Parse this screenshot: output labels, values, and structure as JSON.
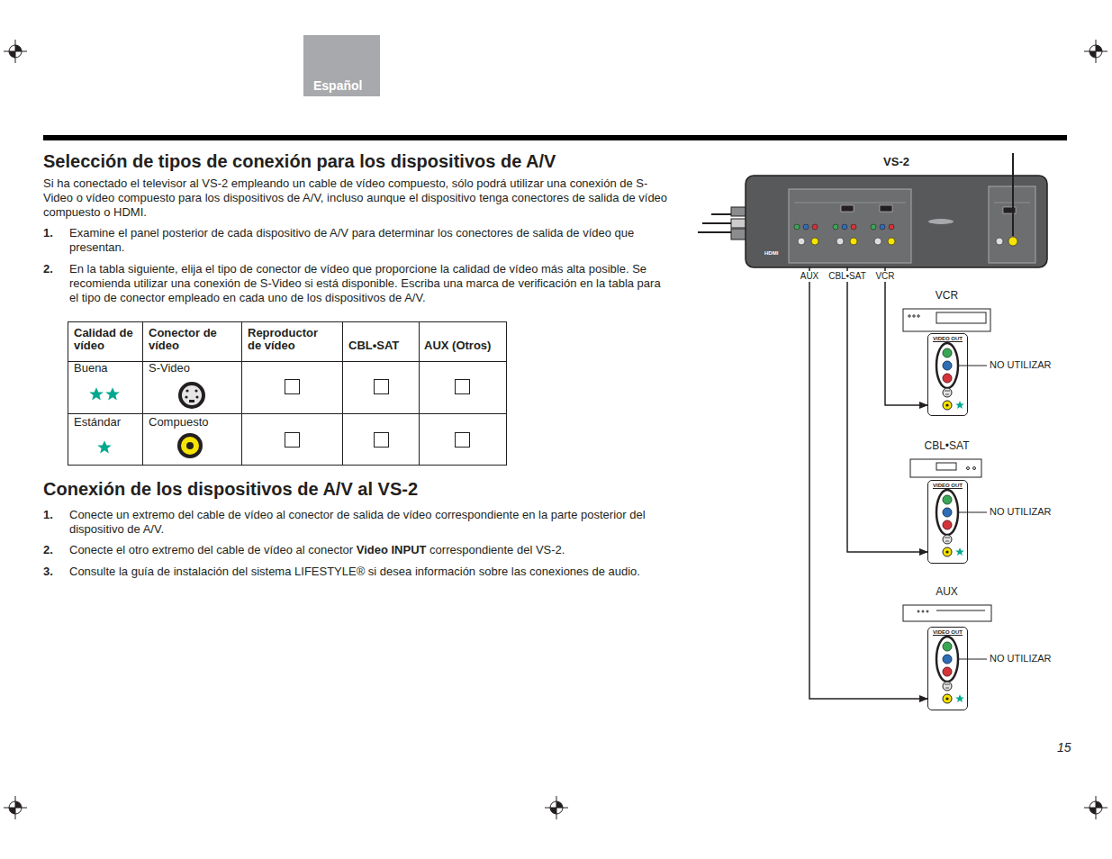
{
  "diagram": {
    "title": "Selección de tipos de conexión para los dispositivos de A/V",
    "nodes": [
      {
        "text": [
          "VS-2"
        ]
      },
      {
        "text": [
          "VCR"
        ]
      },
      {
        "text": [
          "VIDEO OUT"
        ]
      },
      {
        "text": [
          "CBL•SAT"
        ]
      },
      {
        "text": [
          "VIDEO OUT"
        ]
      },
      {
        "text": [
          "AUX"
        ]
      },
      {
        "text": [
          "VIDEO OUT"
        ]
      }
    ],
    "edges": [
      {
        "from": 0,
        "to": 2,
        "arrow": "to"
      },
      {
        "from": 0,
        "to": 4,
        "arrow": "to"
      },
      {
        "from": 0,
        "to": 6,
        "arrow": "to"
      }
    ],
    "labels": [
      "Español",
      "Si ha conectado el televisor al VS-2 empleando un cable de vídeo compuesto, sólo podrá utilizar una conexión de S-Video o vídeo compuesto para los dispositivos de A/V, incluso aunque el dispositivo tenga conectores de salida de vídeo compuesto o HDMI.",
      "1.",
      "Examine el panel posterior de cada dispositivo de A/V para determinar los conectores de salida de vídeo que presentan.",
      "2.",
      "En la tabla siguiente, elija el tipo de conector de vídeo que proporcione la calidad de vídeo más alta posible. Se recomienda utilizar una conexión de S-Video si está disponible. Escriba una marca de verificación en la tabla para el tipo de conector empleado en cada uno de los dispositivos de A/V.",
      "Calidad de vídeo",
      "Conector de vídeo",
      "Reproductor de vídeo",
      "CBL•SAT",
      "AUX (Otros)",
      "Buena",
      "S-Video",
      "Estándar",
      "Compuesto",
      "Conexión de los dispositivos de A/V al VS-2",
      "1.",
      "Conecte un extremo del cable de vídeo al conector de salida de vídeo correspondiente en la parte posterior del dispositivo de A/V.",
      "2.",
      "Conecte el otro extremo del cable de vídeo al conector",
      "Video INPUT",
      "correspondiente del VS-2.",
      "3.",
      "Consulte la guía de instalación del sistema LIFESTYLE® si desea información sobre las conexiones de audio.",
      "HDMI",
      "AUX",
      "CBL•SAT",
      "VCR",
      "NO UTILIZAR",
      "NO UTILIZAR",
      "NO UTILIZAR",
      "15"
    ]
  }
}
